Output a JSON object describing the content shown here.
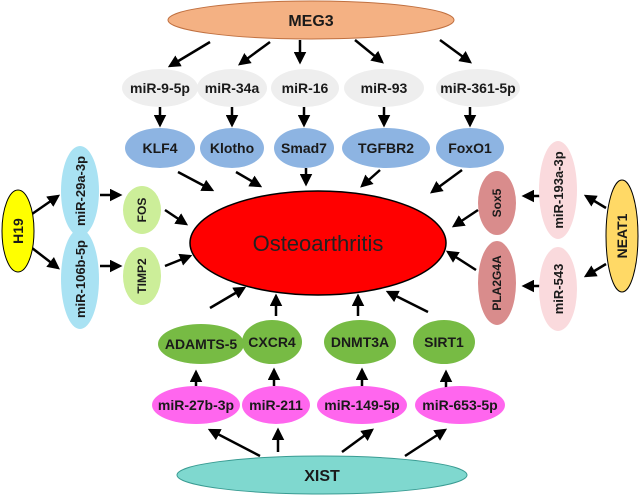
{
  "lncrnas": {
    "meg3": "MEG3",
    "xist": "XIST",
    "h19": "H19",
    "neat1": "NEAT1"
  },
  "center": {
    "label": "Osteoarthritis"
  },
  "meg3_axis": {
    "mirnas": [
      "miR-9-5p",
      "miR-34a",
      "miR-16",
      "miR-93",
      "miR-361-5p"
    ],
    "targets": [
      "KLF4",
      "Klotho",
      "Smad7",
      "TGFBR2",
      "FoxO1"
    ]
  },
  "h19_axis": {
    "mirnas": [
      "miR-29a-3p",
      "miR-106b-5p"
    ],
    "targets": [
      "FOS",
      "TIMP2"
    ]
  },
  "neat1_axis": {
    "mirnas": [
      "miR-193a-3p",
      "miR-543"
    ],
    "targets": [
      "Sox5",
      "PLA2G4A"
    ]
  },
  "xist_axis": {
    "mirnas": [
      "miR-27b-3p",
      "miR-211",
      "miR-149-5p",
      "miR-653-5p"
    ],
    "targets": [
      "ADAMTS-5",
      "CXCR4",
      "DNMT3A",
      "SIRT1"
    ]
  },
  "colors": {
    "meg3": "#f4b183",
    "xist": "#7fd8cf",
    "h19": "#ffff00",
    "neat1": "#ffd966",
    "center": "#ff0000",
    "meg3_mirna": "#eeeeee",
    "meg3_target": "#8db4e2",
    "h19_mirna": "#a9e2f3",
    "h19_target": "#ccee99",
    "neat1_mirna": "#fadadd",
    "neat1_target": "#d98c8c",
    "xist_target": "#77bb44",
    "xist_mirna": "#ff66ee"
  }
}
